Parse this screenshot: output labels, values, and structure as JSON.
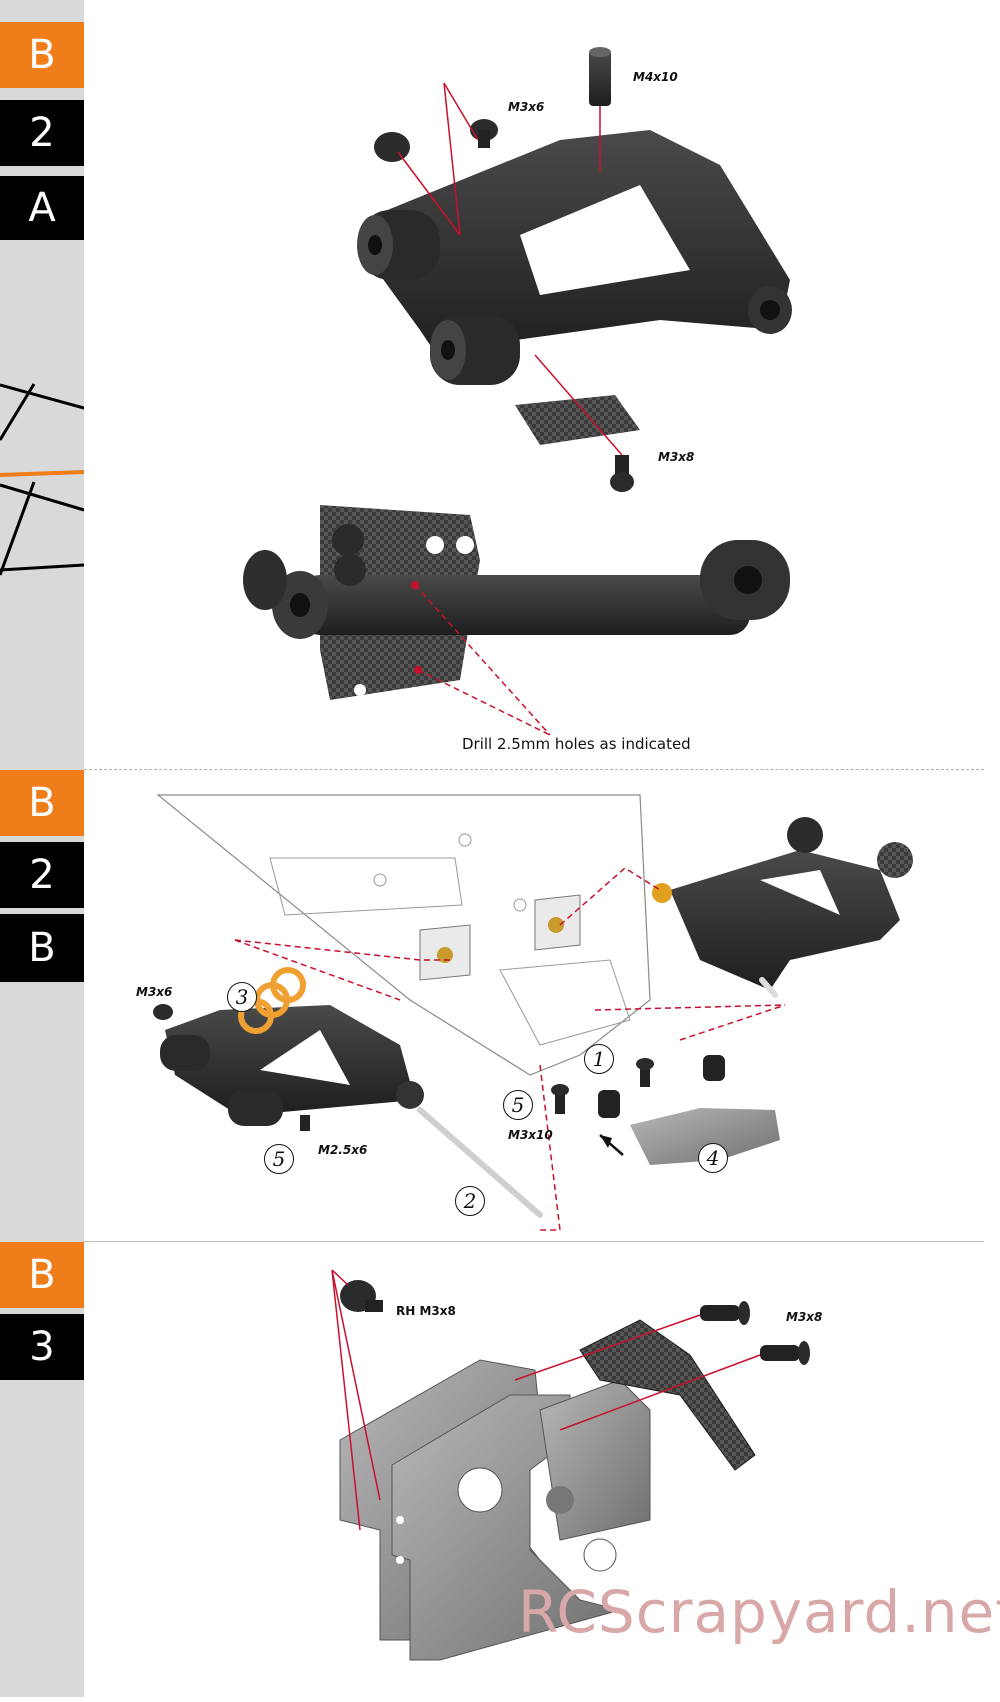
{
  "sidebar": {
    "tabs_section1": [
      "B",
      "2",
      "A"
    ],
    "tabs_section2": [
      "B",
      "2",
      "B"
    ],
    "tabs_section3": [
      "B",
      "3"
    ]
  },
  "section1": {
    "screw_labels": [
      "M3x6",
      "M4x10",
      "M3x8"
    ],
    "caption": "Drill 2.5mm holes as indicated"
  },
  "section2": {
    "screw_labels": [
      "M3x6",
      "M2.5x6",
      "M3x10"
    ],
    "step_numbers": [
      "1",
      "2",
      "3",
      "4",
      "5",
      "5"
    ]
  },
  "section3": {
    "screw_labels": [
      "RH M3x8",
      "M3x8"
    ]
  },
  "watermark": "RCScrapyard.net",
  "colors": {
    "accent": "#ef7d1a",
    "sidebar_bg": "#d9d9d9",
    "tab_black": "#000000",
    "leader_red": "#c8102e"
  }
}
